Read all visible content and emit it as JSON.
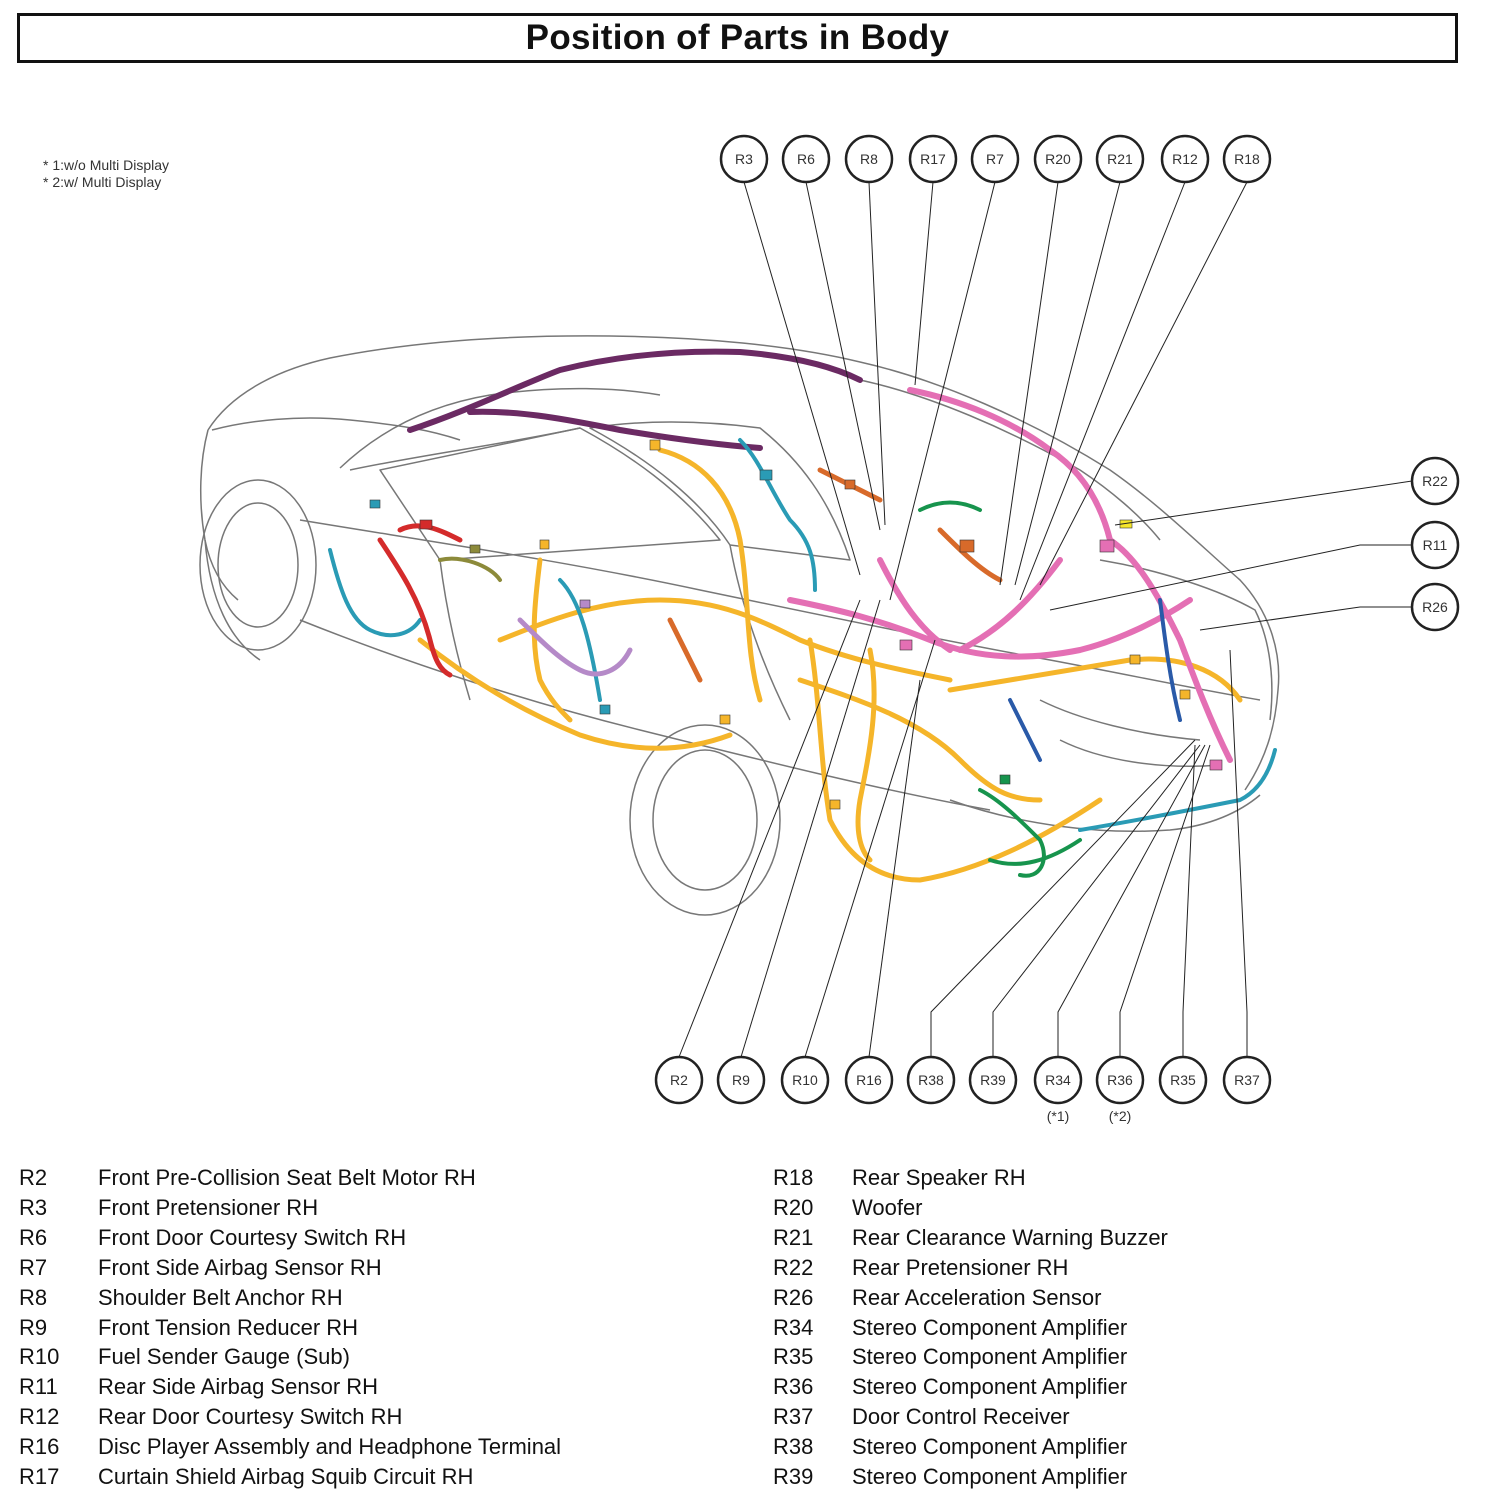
{
  "title": "Position of Parts in Body",
  "notes": [
    "* 1:w/o Multi Display",
    "* 2:w/ Multi Display"
  ],
  "top_callouts": [
    "R3",
    "R6",
    "R8",
    "R17",
    "R7",
    "R20",
    "R21",
    "R12",
    "R18"
  ],
  "right_callouts": [
    "R22",
    "R11",
    "R26"
  ],
  "bottom_callouts": [
    {
      "code": "R2",
      "note": ""
    },
    {
      "code": "R9",
      "note": ""
    },
    {
      "code": "R10",
      "note": ""
    },
    {
      "code": "R16",
      "note": ""
    },
    {
      "code": "R38",
      "note": ""
    },
    {
      "code": "R39",
      "note": ""
    },
    {
      "code": "R34",
      "note": "(*1)"
    },
    {
      "code": "R36",
      "note": "(*2)"
    },
    {
      "code": "R35",
      "note": ""
    },
    {
      "code": "R37",
      "note": ""
    }
  ],
  "legend_left": [
    {
      "code": "R2",
      "name": "Front Pre-Collision Seat Belt Motor RH"
    },
    {
      "code": "R3",
      "name": "Front Pretensioner RH"
    },
    {
      "code": "R6",
      "name": "Front Door Courtesy Switch RH"
    },
    {
      "code": "R7",
      "name": "Front Side Airbag Sensor RH"
    },
    {
      "code": "R8",
      "name": "Shoulder Belt Anchor RH"
    },
    {
      "code": "R9",
      "name": "Front Tension Reducer RH"
    },
    {
      "code": "R10",
      "name": "Fuel Sender Gauge (Sub)"
    },
    {
      "code": "R11",
      "name": "Rear Side Airbag Sensor RH"
    },
    {
      "code": "R12",
      "name": "Rear Door Courtesy Switch RH"
    },
    {
      "code": "R16",
      "name": "Disc Player Assembly and Headphone Terminal"
    },
    {
      "code": "R17",
      "name": "Curtain Shield Airbag Squib Circuit RH"
    }
  ],
  "legend_right": [
    {
      "code": "R18",
      "name": "Rear Speaker RH"
    },
    {
      "code": "R20",
      "name": "Woofer"
    },
    {
      "code": "R21",
      "name": "Rear Clearance Warning Buzzer"
    },
    {
      "code": "R22",
      "name": "Rear Pretensioner RH"
    },
    {
      "code": "R26",
      "name": "Rear Acceleration Sensor"
    },
    {
      "code": "R34",
      "name": "Stereo Component Amplifier"
    },
    {
      "code": "R35",
      "name": "Stereo Component Amplifier"
    },
    {
      "code": "R36",
      "name": "Stereo Component Amplifier"
    },
    {
      "code": "R37",
      "name": "Door Control Receiver"
    },
    {
      "code": "R38",
      "name": "Stereo Component Amplifier"
    },
    {
      "code": "R39",
      "name": "Stereo Component Amplifier"
    }
  ],
  "harness_colors": {
    "yellow": "#f5b52a",
    "magenta": "#e46fb4",
    "purple": "#6b2a63",
    "teal": "#2a9bb5",
    "green": "#17944d",
    "red": "#d42b2b",
    "orange": "#d86a2a",
    "olive": "#8c8a3a",
    "lavender": "#b58ac8",
    "blue": "#2a5aa8"
  }
}
